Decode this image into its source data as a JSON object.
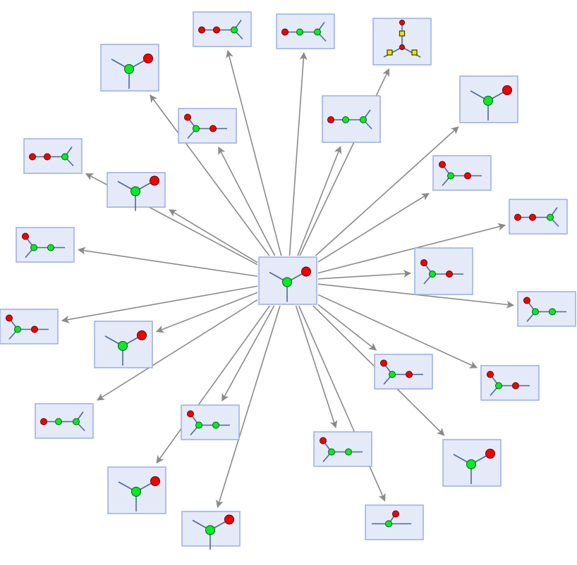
{
  "diagram": {
    "type": "radial-graph",
    "center": {
      "glyph": "trivalent-vertex-red-end"
    },
    "colors": {
      "box_fill": "#e4eaf8",
      "box_stroke": "#9aaee0",
      "edge": "#8a8a8a",
      "stick": "#4d6a94",
      "red_node": "#f40000",
      "green_node": "#00ee22",
      "marker_square": "#f2e400"
    },
    "children": [
      {
        "glyph": "three-node-chain-red-red-green"
      },
      {
        "glyph": "three-node-chain-red-green-green"
      },
      {
        "glyph": "vertical-chain-with-squares"
      },
      {
        "glyph": "trivalent-vertex-red-end"
      },
      {
        "glyph": "bent-chain-red-green-red"
      },
      {
        "glyph": "three-node-chain-red-green-green"
      },
      {
        "glyph": "trivalent-vertex-red-end"
      },
      {
        "glyph": "three-node-chain-red-red-green"
      },
      {
        "glyph": "bent-chain-red-green-red"
      },
      {
        "glyph": "trivalent-vertex-red-end"
      },
      {
        "glyph": "three-node-chain-red-red-green"
      },
      {
        "glyph": "bent-chain-red-green-green"
      },
      {
        "glyph": "bent-chain-red-green-red"
      },
      {
        "glyph": "bent-chain-red-green-red"
      },
      {
        "glyph": "trivalent-vertex-red-end"
      },
      {
        "glyph": "bent-chain-red-green-green"
      },
      {
        "glyph": "bent-chain-red-green-red"
      },
      {
        "glyph": "trivalent-vertex-red-end"
      },
      {
        "glyph": "bent-chain-red-green-red"
      },
      {
        "glyph": "three-node-chain-red-green-green"
      },
      {
        "glyph": "bent-chain-red-green-green"
      },
      {
        "glyph": "bent-chain-red-green-green"
      },
      {
        "glyph": "trivalent-vertex-red-end"
      },
      {
        "glyph": "two-node-chain-green-red"
      },
      {
        "glyph": "trivalent-vertex-red-end"
      }
    ]
  }
}
